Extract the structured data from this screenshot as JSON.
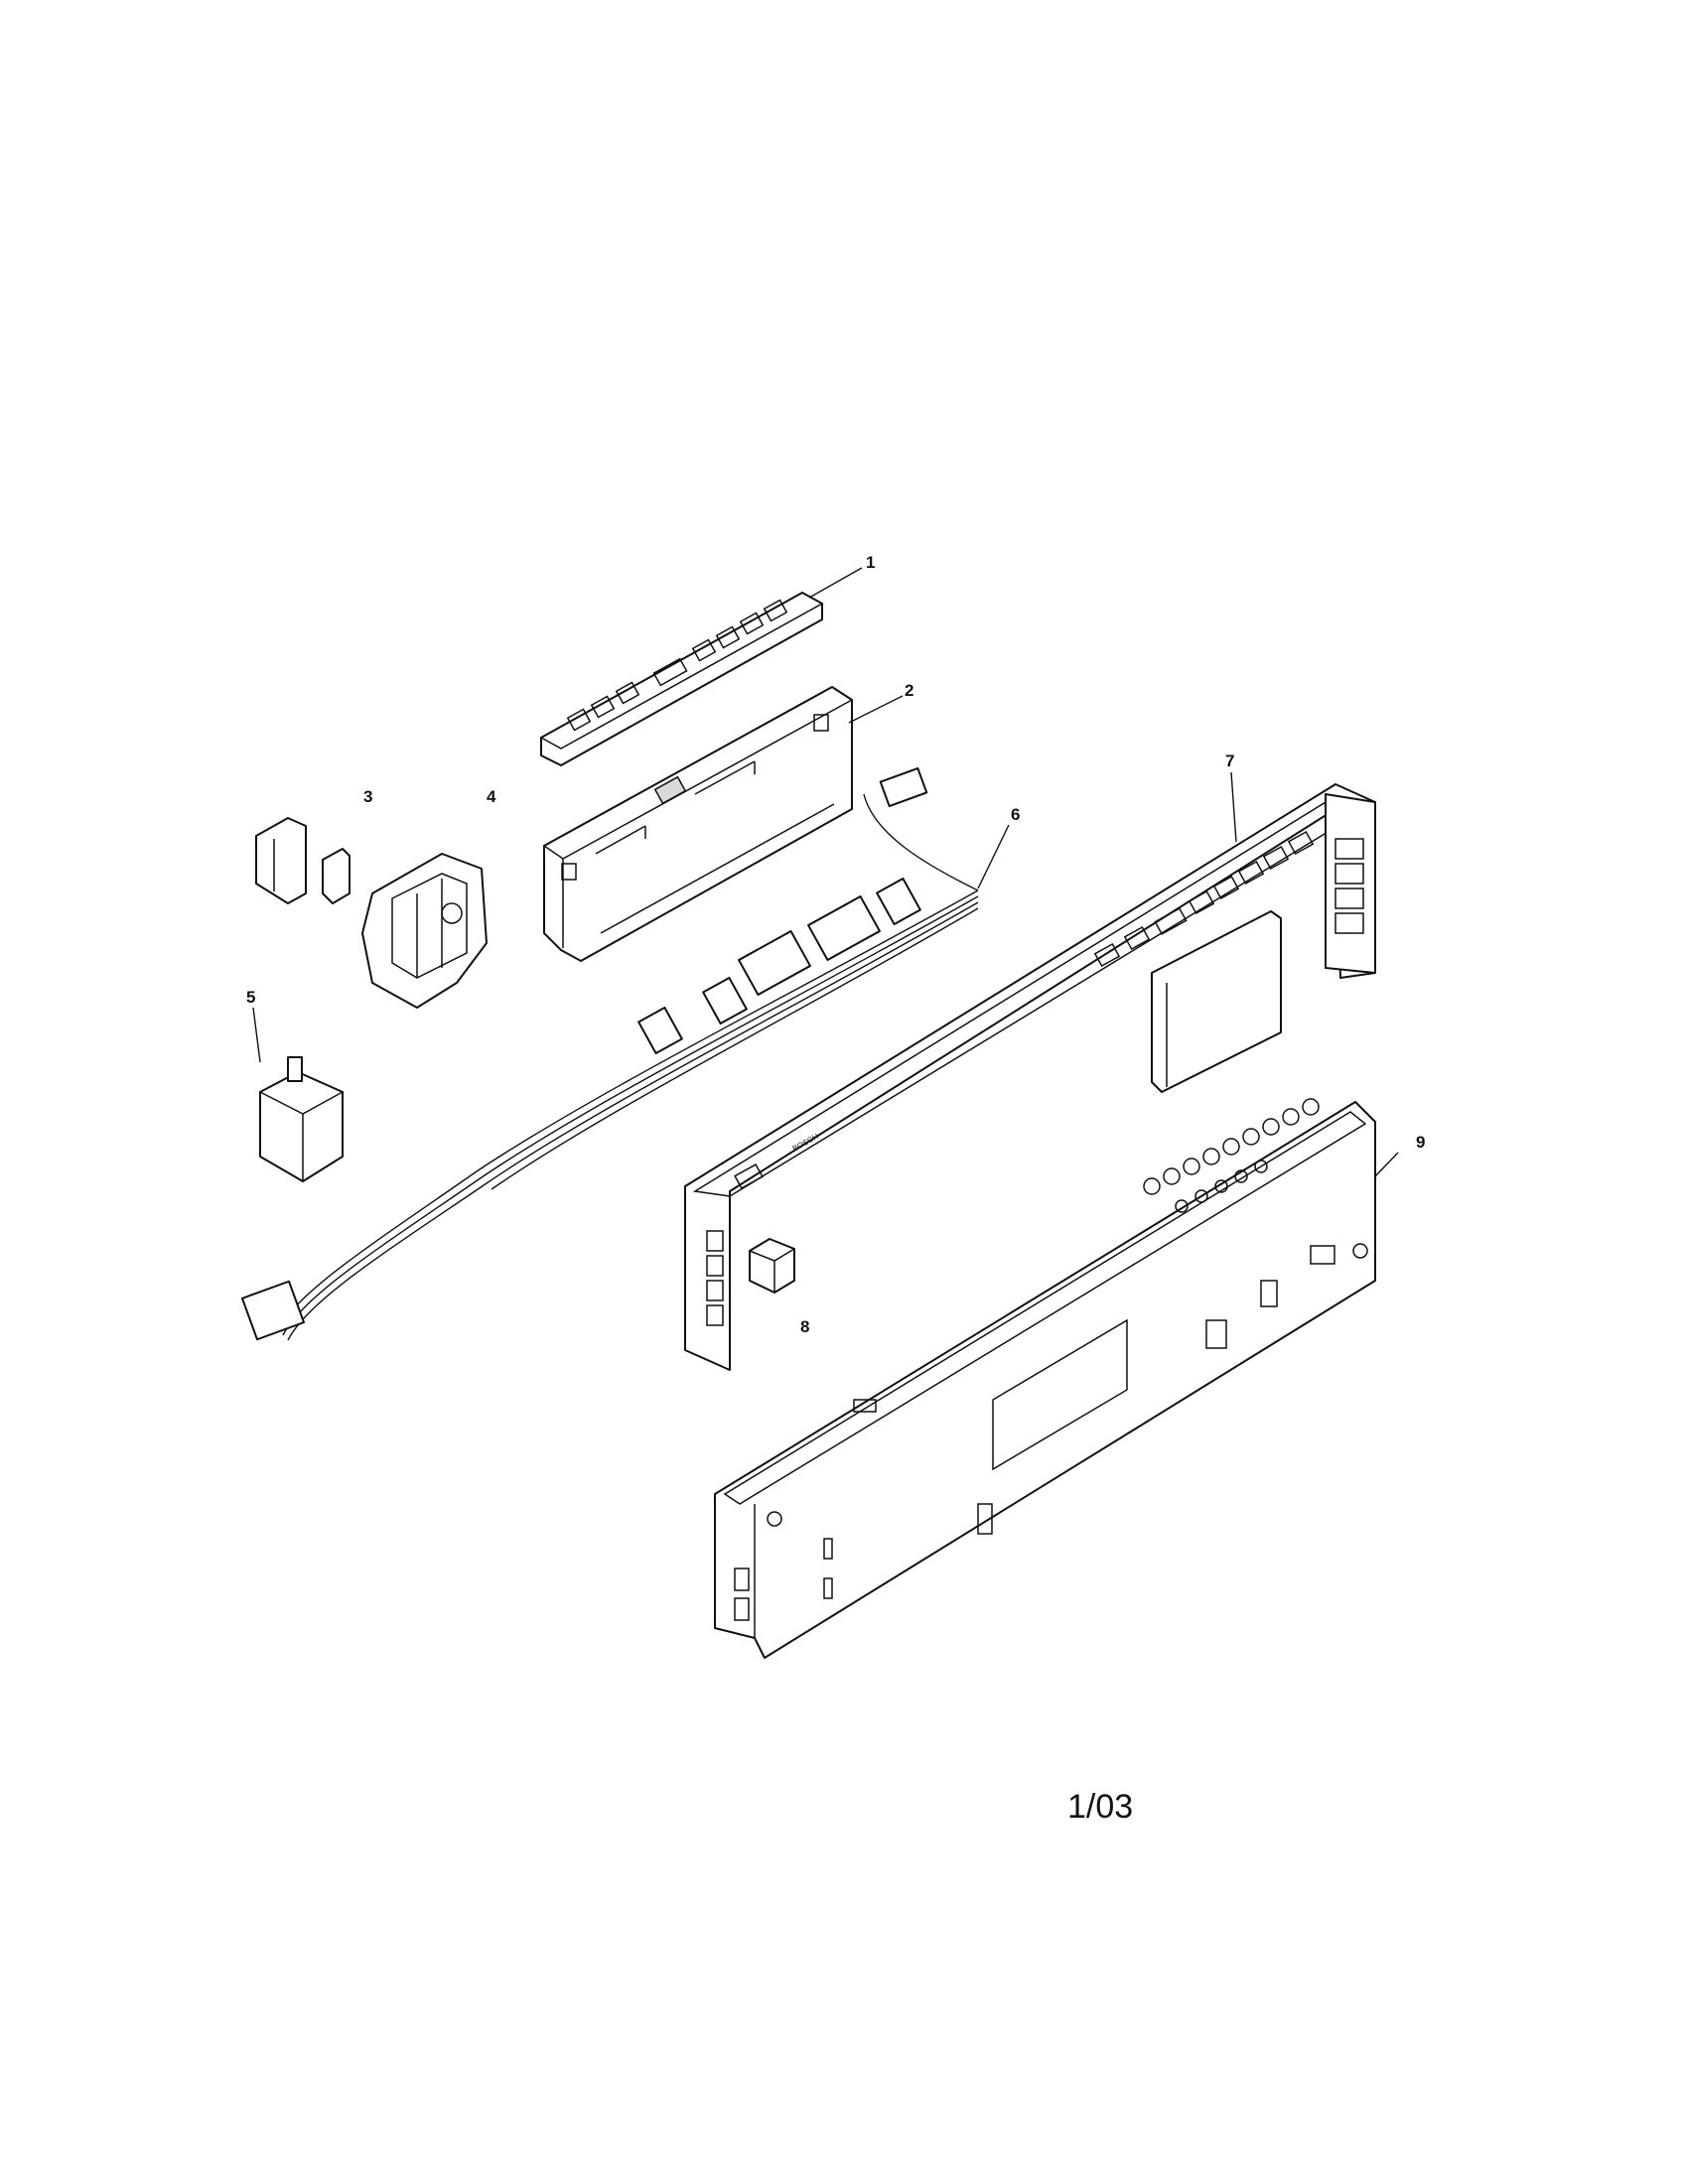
{
  "diagram": {
    "callouts": [
      {
        "id": "1",
        "label": "1"
      },
      {
        "id": "2",
        "label": "2"
      },
      {
        "id": "3",
        "label": "3"
      },
      {
        "id": "4",
        "label": "4"
      },
      {
        "id": "5",
        "label": "5"
      },
      {
        "id": "6",
        "label": "6"
      },
      {
        "id": "7",
        "label": "7"
      },
      {
        "id": "8",
        "label": "8"
      },
      {
        "id": "9",
        "label": "9"
      }
    ],
    "brand_mark": "BOSCH",
    "footer_code": "1/03"
  }
}
